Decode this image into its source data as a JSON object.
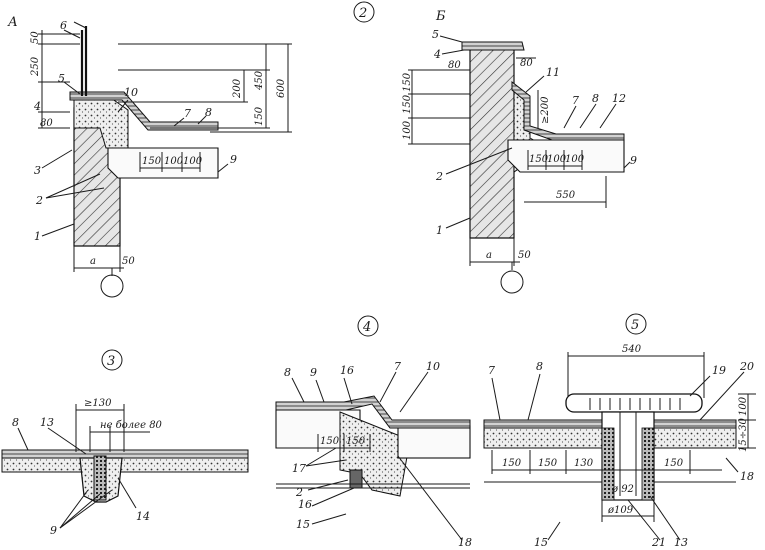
{
  "detail_numbers": [
    "2",
    "3",
    "4",
    "5"
  ],
  "variant_letters": [
    "А",
    "Б"
  ],
  "callouts": {
    "A": [
      "6",
      "5",
      "4",
      "10",
      "7",
      "8",
      "9",
      "3",
      "2",
      "1"
    ],
    "B": [
      "5",
      "4",
      "11",
      "7",
      "8",
      "12",
      "9",
      "2",
      "1"
    ],
    "D3": [
      "8",
      "13",
      "9",
      "14"
    ],
    "D4": [
      "8",
      "9",
      "16",
      "7",
      "10",
      "17",
      "2",
      "16",
      "15",
      "18"
    ],
    "D5": [
      "7",
      "8",
      "19",
      "20",
      "18",
      "15",
      "21",
      "13"
    ]
  },
  "dimensions": {
    "A_left": [
      "50",
      "250",
      "80"
    ],
    "A_right": [
      "200",
      "450",
      "600",
      "150"
    ],
    "A_slab": [
      "150",
      "100",
      "100"
    ],
    "A_base": [
      "a",
      "50"
    ],
    "B_left": [
      "80",
      "150",
      "150",
      "100"
    ],
    "B_top": [
      "80"
    ],
    "B_step": [
      "≥200"
    ],
    "B_slab": [
      "150",
      "100",
      "100"
    ],
    "B_width": "550",
    "B_base": [
      "a",
      "50"
    ],
    "D3_a": "≥130",
    "D3_b": "не более 80",
    "D4_slab": [
      "150",
      "150"
    ],
    "D5_top": "540",
    "D5_h1": "100",
    "D5_h2": "15÷30",
    "D5_slab": [
      "150",
      "150",
      "130",
      "150"
    ],
    "D5_d1": "ø 92",
    "D5_d2": "ø109"
  }
}
